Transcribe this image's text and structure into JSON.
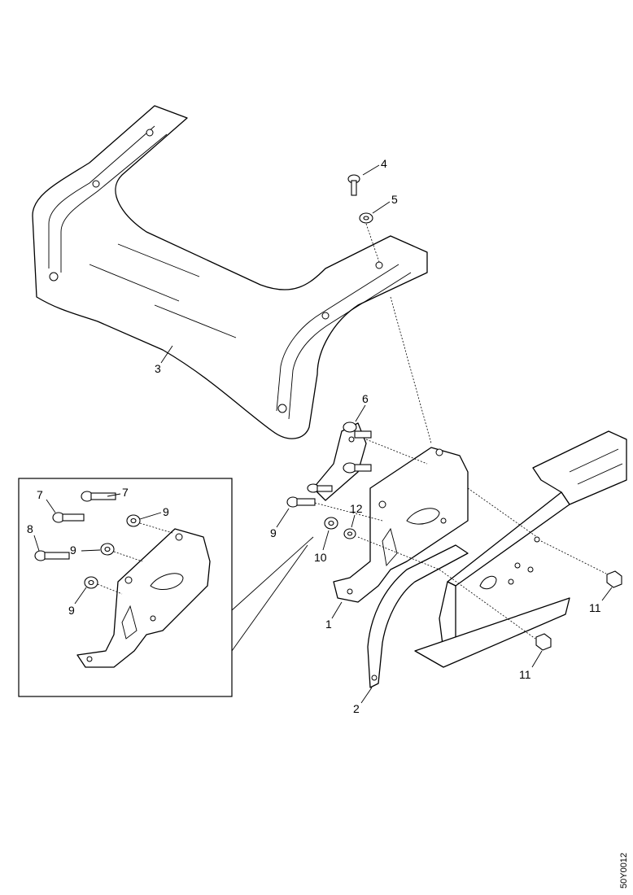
{
  "callouts": {
    "c1": "1",
    "c2": "2",
    "c3": "3",
    "c4": "4",
    "c5": "5",
    "c6": "6",
    "c7a": "7",
    "c7b": "7",
    "c8a": "8",
    "c9a": "9",
    "c9b": "9",
    "c9c": "9",
    "c9d": "9",
    "c10": "10",
    "c11a": "11",
    "c11b": "11",
    "c12": "12"
  },
  "image_code": "50Y0012"
}
